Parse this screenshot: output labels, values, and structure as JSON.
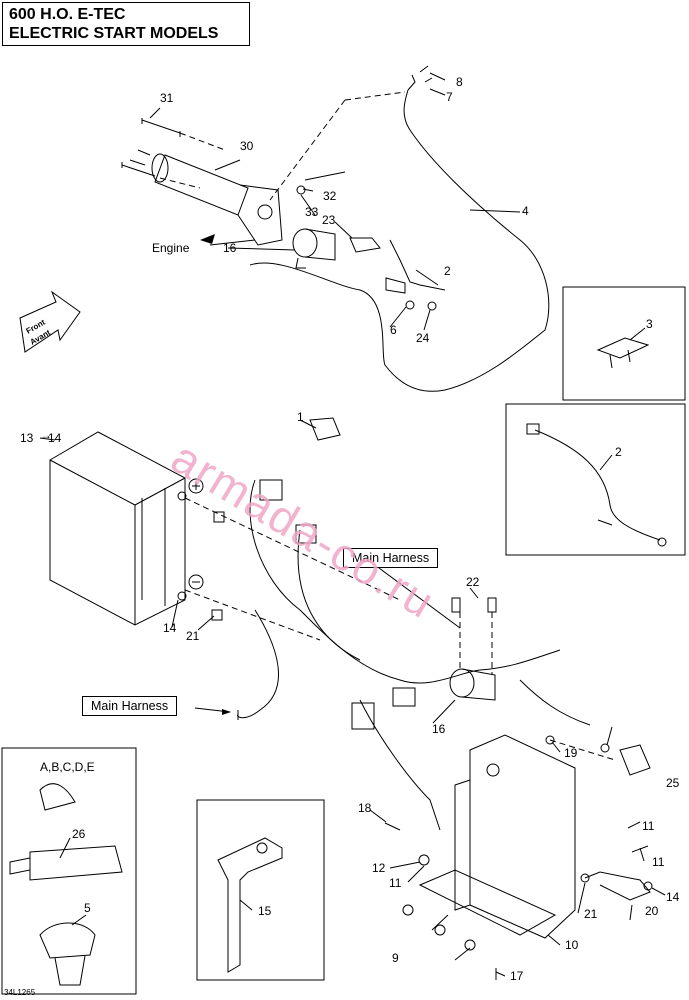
{
  "title": {
    "line1": "600 H.O. E-TEC",
    "line2": "ELECTRIC START MODELS"
  },
  "watermark": "armada-co.ru",
  "labels": {
    "main_harness_upper": "Main Harness",
    "main_harness_lower": "Main Harness",
    "engine": "Engine",
    "front": "Front",
    "avant": "Avant",
    "plus_symbol": "+",
    "minus_symbol": "−"
  },
  "kit_labels": {
    "clamp_set": "A,B,C,D,E"
  },
  "callouts": {
    "c1": "1",
    "c2a": "2",
    "c2b": "2",
    "c3": "3",
    "c4": "4",
    "c5": "5",
    "c6": "6",
    "c7": "7",
    "c8": "8",
    "c9": "9",
    "c10": "10",
    "c11a": "11",
    "c11b": "11",
    "c11c": "11",
    "c12": "12",
    "c13": "13",
    "c14a": "14",
    "c14b": "14",
    "c14c": "14",
    "c15": "15",
    "c16a": "16",
    "c16b": "16",
    "c17": "17",
    "c18": "18",
    "c19": "19",
    "c20": "20",
    "c21a": "21",
    "c21b": "21",
    "c22": "22",
    "c23": "23",
    "c24": "24",
    "c25": "25",
    "c26": "26",
    "c30": "30",
    "c31": "31",
    "c32": "32",
    "c33": "33"
  },
  "diagram_code": "34L1265"
}
